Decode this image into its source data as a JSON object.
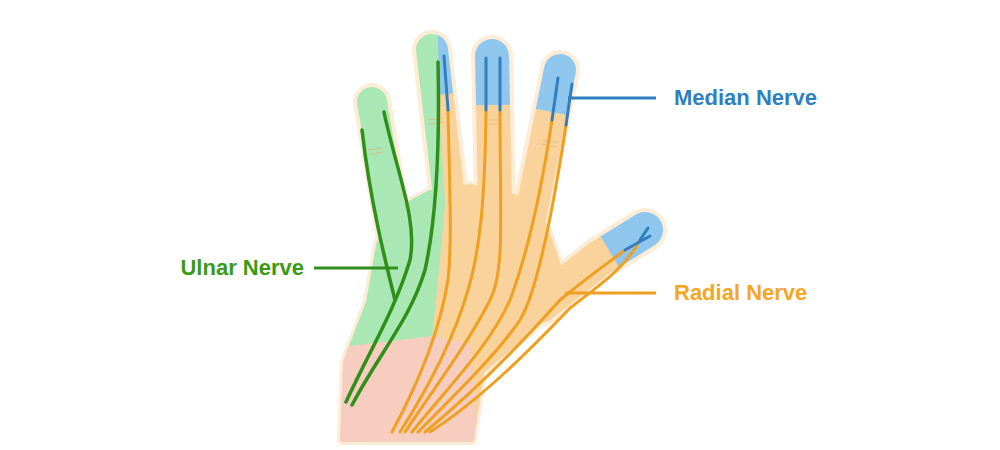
{
  "diagram": {
    "labels": [
      "Median Nerve",
      "Ulnar Nerve",
      "Radial Nerve"
    ]
  }
}
